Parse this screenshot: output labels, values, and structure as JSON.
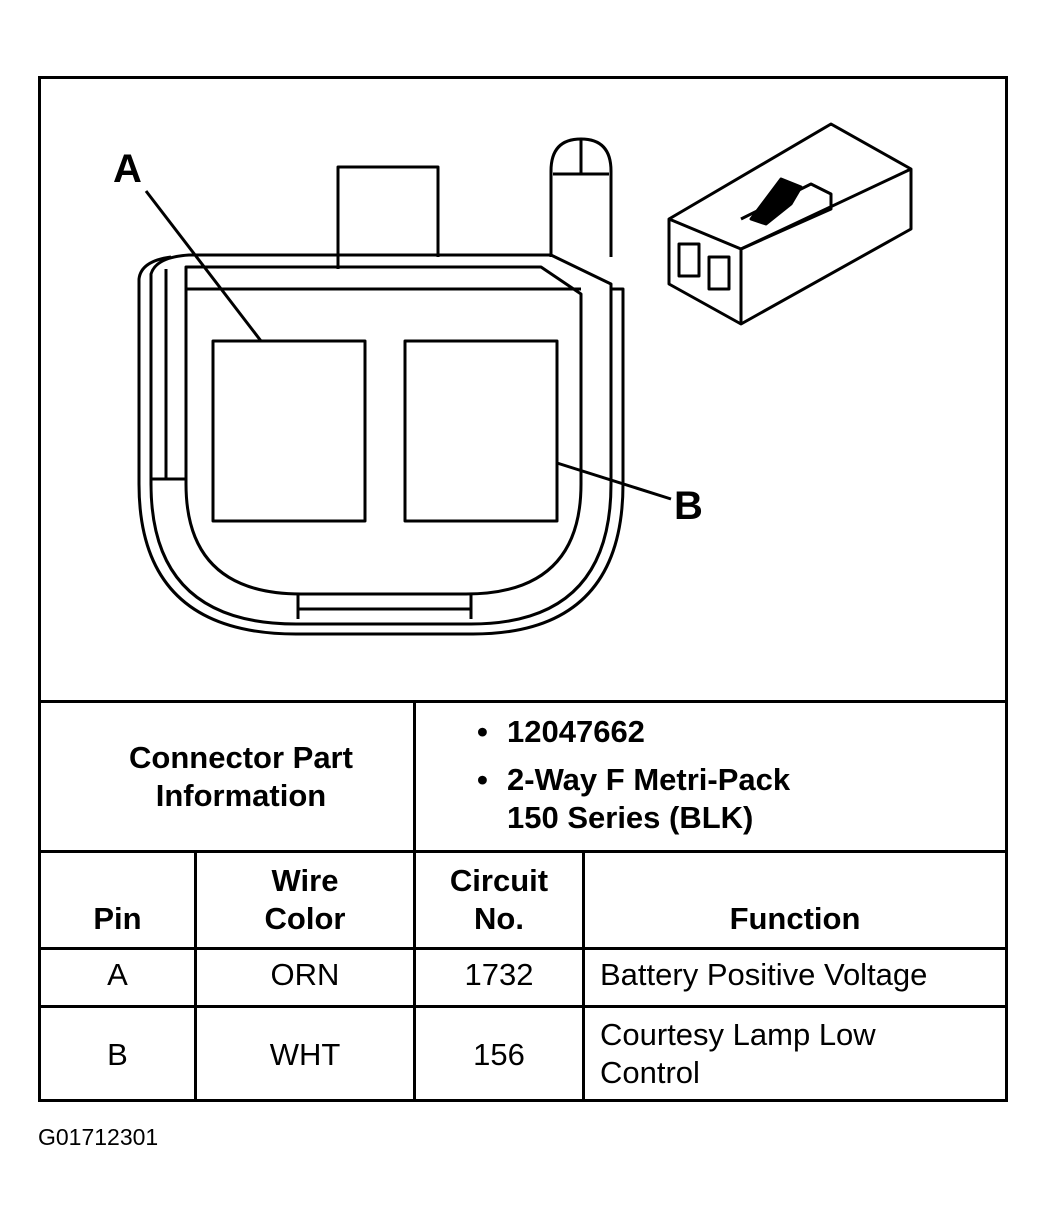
{
  "diagram": {
    "pin_label_a": "A",
    "pin_label_b": "B",
    "stroke_color": "#000000"
  },
  "part_info": {
    "label": "Connector Part Information",
    "part_number": "12047662",
    "description_line1": "2-Way F Metri-Pack",
    "description_line2": "150 Series (BLK)"
  },
  "table": {
    "headers": {
      "pin": "Pin",
      "wire_color_line1": "Wire",
      "wire_color_line2": "Color",
      "circuit_line1": "Circuit",
      "circuit_line2": "No.",
      "function": "Function"
    },
    "rows": [
      {
        "pin": "A",
        "wire_color": "ORN",
        "circuit": "1732",
        "function": "Battery Positive Voltage"
      },
      {
        "pin": "B",
        "wire_color": "WHT",
        "circuit": "156",
        "function": "Courtesy Lamp Low Control"
      }
    ]
  },
  "figure_id": "G01712301"
}
